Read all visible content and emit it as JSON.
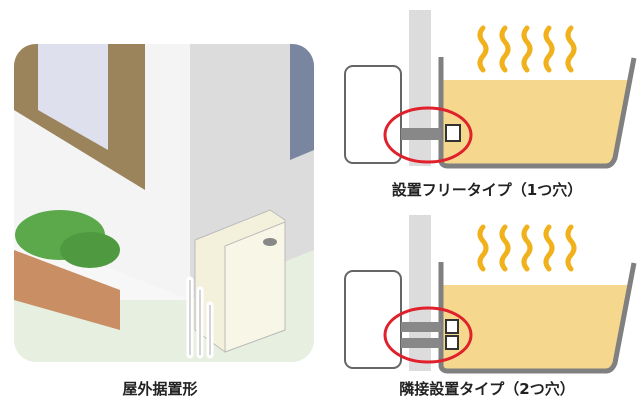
{
  "outdoor": {
    "caption": "屋外据置形"
  },
  "free_type": {
    "caption": "設置フリータイプ（1つ穴）"
  },
  "adjacent_type": {
    "caption": "隣接設置タイプ（2つ穴）"
  },
  "colors": {
    "water": "#f5d88e",
    "steam": "#f0b11c",
    "highlight": "#e0202a",
    "tub": "#808080"
  }
}
